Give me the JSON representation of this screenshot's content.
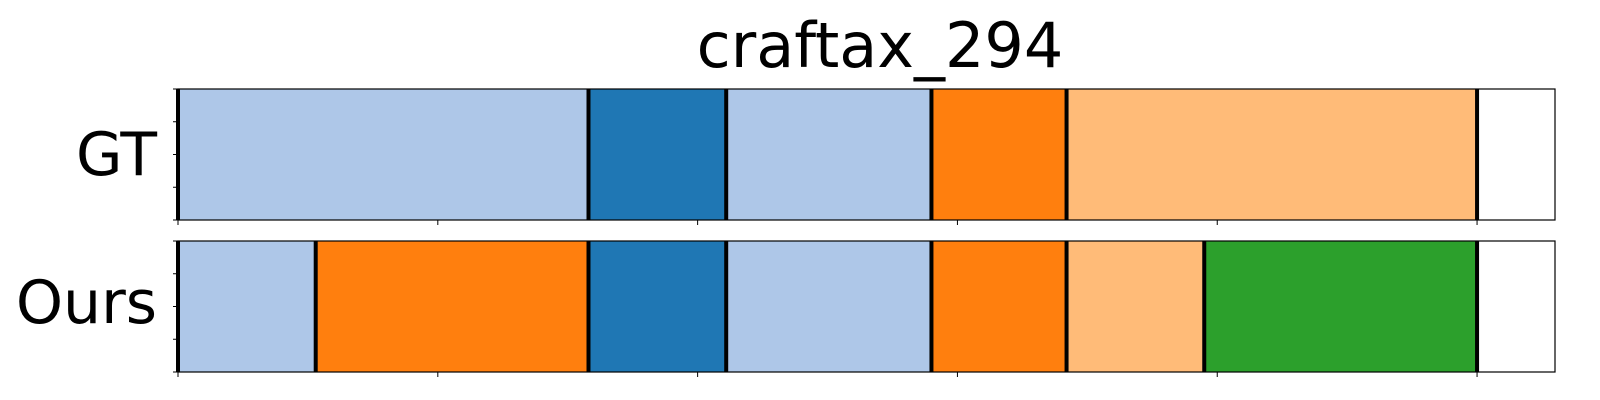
{
  "chart_data": {
    "type": "segmentation-timeline",
    "title": "craftax_294",
    "x_range": [
      0,
      530
    ],
    "x_ticks": [
      0,
      100,
      200,
      300,
      400,
      500
    ],
    "rows": [
      {
        "label": "GT",
        "segments": [
          {
            "start": 0,
            "end": 158,
            "color": "#aec7e8"
          },
          {
            "start": 158,
            "end": 211,
            "color": "#1f77b4"
          },
          {
            "start": 211,
            "end": 290,
            "color": "#aec7e8"
          },
          {
            "start": 290,
            "end": 342,
            "color": "#ff7f0e"
          },
          {
            "start": 342,
            "end": 500,
            "color": "#ffbb78"
          }
        ],
        "boundaries": [
          0,
          158,
          211,
          290,
          342,
          500
        ]
      },
      {
        "label": "Ours",
        "segments": [
          {
            "start": 0,
            "end": 53,
            "color": "#aec7e8"
          },
          {
            "start": 53,
            "end": 158,
            "color": "#ff7f0e"
          },
          {
            "start": 158,
            "end": 211,
            "color": "#1f77b4"
          },
          {
            "start": 211,
            "end": 290,
            "color": "#aec7e8"
          },
          {
            "start": 290,
            "end": 342,
            "color": "#ff7f0e"
          },
          {
            "start": 342,
            "end": 395,
            "color": "#ffbb78"
          },
          {
            "start": 395,
            "end": 500,
            "color": "#2ca02c"
          }
        ],
        "boundaries": [
          0,
          53,
          158,
          211,
          290,
          342,
          395,
          500
        ]
      }
    ]
  }
}
